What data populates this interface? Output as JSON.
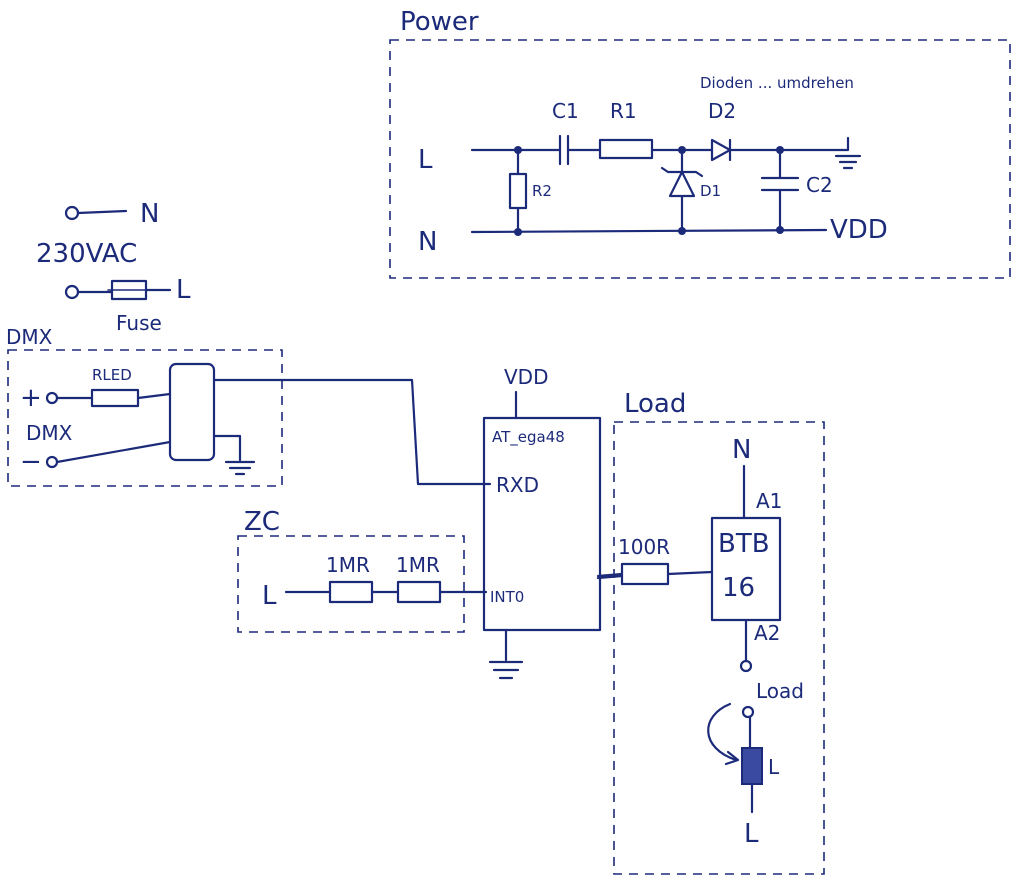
{
  "power": {
    "title": "Power",
    "note": "Dioden ... umdrehen",
    "l_label": "L",
    "n_label": "N",
    "c1": "C1",
    "r1": "R1",
    "d2": "D2",
    "r2": "R2",
    "d1": "D1",
    "c2": "C2",
    "vdd": "VDD"
  },
  "mains": {
    "n_label": "N",
    "voltage": "230VAC",
    "l_label": "L",
    "fuse_label": "Fuse"
  },
  "dmx": {
    "title": "DMX",
    "plus": "+",
    "mid_label": "DMX",
    "minus": "−",
    "rled": "RLED"
  },
  "mcu": {
    "vdd": "VDD",
    "chip": "AT_ega48",
    "rxd": "RXD",
    "int0": "INT0"
  },
  "zc": {
    "title": "ZC",
    "l_label": "L",
    "r_a": "1MR",
    "r_b": "1MR"
  },
  "load": {
    "title": "Load",
    "r_gate": "100R",
    "n_label": "N",
    "a1": "A1",
    "triac_line1": "BTB",
    "triac_line2": "16",
    "a2": "A2",
    "load_label": "Load",
    "coil_label": "L",
    "l_bottom": "L"
  }
}
